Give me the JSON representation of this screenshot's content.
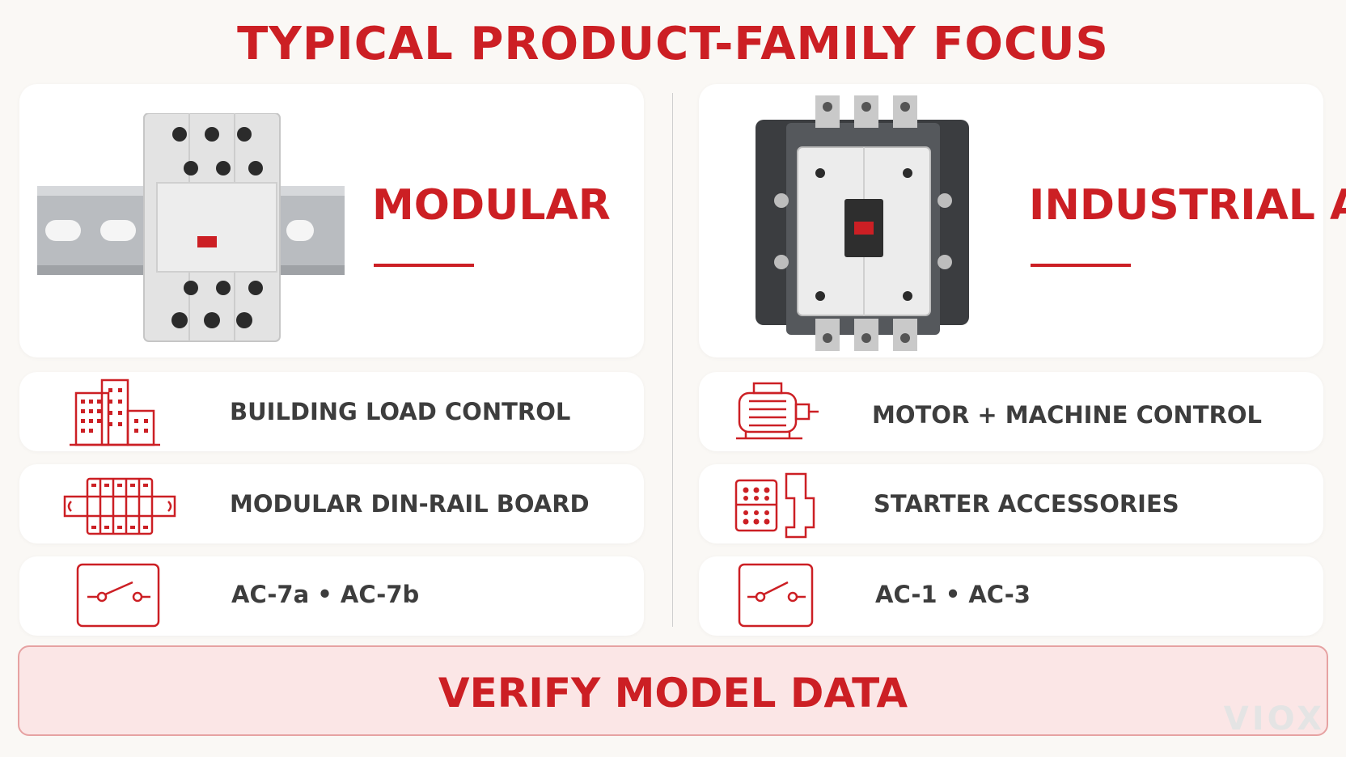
{
  "title": "TYPICAL PRODUCT-FAMILY FOCUS",
  "left": {
    "hero_label": "MODULAR",
    "rows": [
      {
        "icon": "buildings-icon",
        "text": "BUILDING LOAD CONTROL"
      },
      {
        "icon": "din-rail-board-icon",
        "text": "MODULAR DIN-RAIL BOARD"
      },
      {
        "icon": "switch-contact-icon",
        "text": "AC-7a • AC-7b"
      }
    ]
  },
  "right": {
    "hero_label": "INDUSTRIAL AC",
    "rows": [
      {
        "icon": "motor-icon",
        "text": "MOTOR + MACHINE CONTROL"
      },
      {
        "icon": "starter-accessories-icon",
        "text": "STARTER ACCESSORIES"
      },
      {
        "icon": "switch-contact-icon",
        "text": "AC-1 • AC-3"
      }
    ]
  },
  "verify_label": "VERIFY MODEL DATA",
  "logo": "VIOX",
  "colors": {
    "accent": "#cc1f24",
    "text": "#3d3d3d",
    "banner": "#fbe6e6"
  }
}
